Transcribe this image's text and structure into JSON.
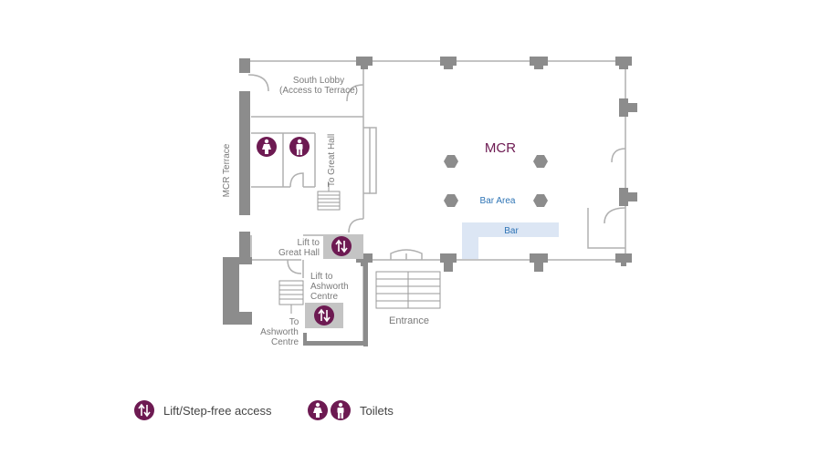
{
  "map": {
    "rooms": {
      "south_lobby": "South Lobby",
      "south_lobby_sub": "(Access to Terrace)",
      "mcr": "MCR",
      "bar_area": "Bar Area",
      "bar": "Bar",
      "mcr_terrace": "MCR Terrace",
      "to_great_hall": "To Great Hall",
      "lift_great_hall_1": "Lift to",
      "lift_great_hall_2": "Great Hall",
      "lift_ashworth_1": "Lift to",
      "lift_ashworth_2": "Ashworth",
      "lift_ashworth_3": "Centre",
      "to_ashworth_1": "To",
      "to_ashworth_2": "Ashworth",
      "to_ashworth_3": "Centre",
      "entrance": "Entrance"
    },
    "icons": {
      "toilet_female": "toilet-female-icon",
      "toilet_male": "toilet-male-icon",
      "lift": "lift-step-free-icon"
    }
  },
  "legend": {
    "lift_label": "Lift/Step-free access",
    "toilets_label": "Toilets"
  },
  "colors": {
    "accent": "#6d1a52",
    "wall": "#8c8c8c",
    "wall_thin": "#b0b0b0",
    "bar": "#dce6f4",
    "bar_text": "#2e74b5",
    "lift_fill": "#c4c4c4"
  }
}
